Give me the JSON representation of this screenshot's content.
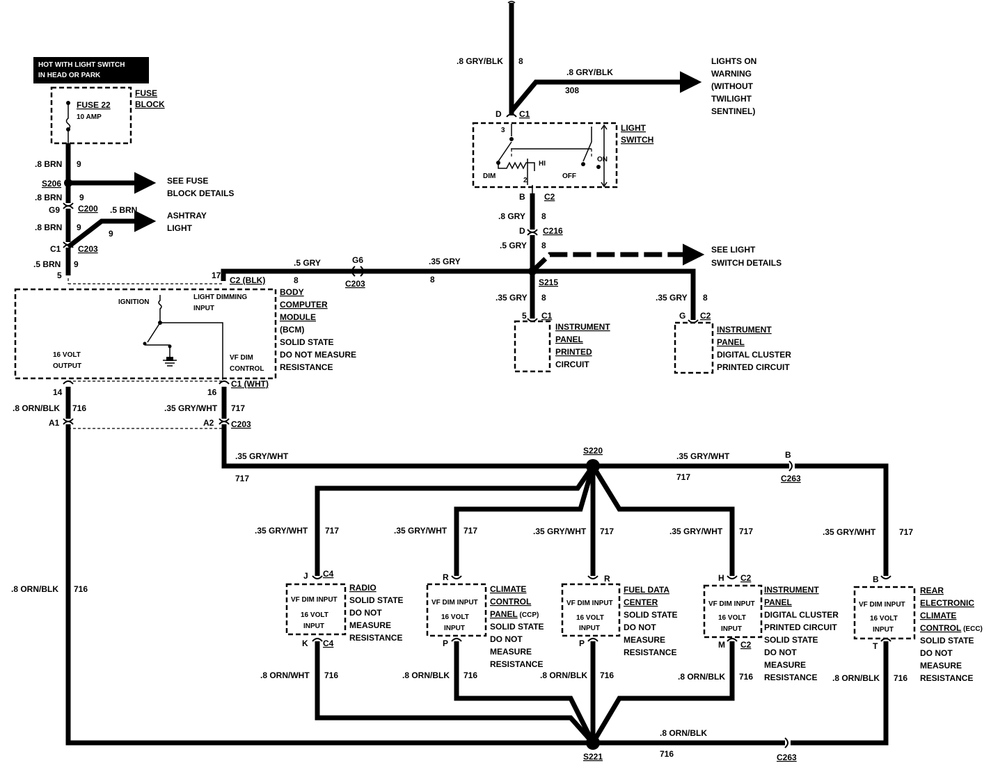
{
  "header_box": {
    "line1": "HOT WITH LIGHT SWITCH",
    "line2": "IN HEAD OR PARK"
  },
  "fuse_block": {
    "fuse": "FUSE 22",
    "amp": "10 AMP",
    "label1": "FUSE",
    "label2": "BLOCK"
  },
  "left_feed": {
    "w1_gauge": ".8 BRN",
    "w1_circuit": "9",
    "s206": "S206",
    "w2_gauge": ".8 BRN",
    "w2_circuit": "9",
    "g9": "G9",
    "c200": "C200",
    "w3_gauge": ".8 BRN",
    "w3_circuit": "9",
    "c1": "C1",
    "c203": "C203",
    "w4_gauge": ".5 BRN",
    "w4_circuit": "9",
    "pin5": "5",
    "see_fuse1": "SEE FUSE",
    "see_fuse2": "BLOCK DETAILS",
    "ash_gauge": ".5 BRN",
    "ash_circuit": "9",
    "ash1": "ASHTRAY",
    "ash2": "LIGHT"
  },
  "bcm": {
    "name": [
      "BODY",
      "COMPUTER",
      "MODULE",
      "(BCM)"
    ],
    "desc": [
      "SOLID STATE",
      "DO NOT MEASURE",
      "RESISTANCE"
    ],
    "ignition": "IGNITION",
    "dimming1": "LIGHT DIMMING",
    "dimming2": "INPUT",
    "output1": "16 VOLT",
    "output2": "OUTPUT",
    "vf1": "VF DIM",
    "vf2": "CONTROL",
    "pin17": "17",
    "c2blk": "C2 (BLK)",
    "pin14": "14",
    "pin16": "16",
    "c1wht": "C1 (WHT)"
  },
  "top_switch": {
    "gauge_top": ".8 GRY/BLK",
    "circuit_top": "8",
    "gauge_right": ".8 GRY/BLK",
    "circuit_308": "308",
    "lights_on": [
      "LIGHTS ON",
      "WARNING",
      "(WITHOUT",
      "TWILIGHT",
      "SENTINEL)"
    ],
    "pin_d": "D",
    "conn_c1": "C1",
    "pin_3": "3",
    "switch1": "LIGHT",
    "switch2": "SWITCH",
    "dim": "DIM",
    "hi": "HI",
    "off": "OFF",
    "on": "ON",
    "pin_2": "2",
    "pin_b": "B",
    "conn_c2": "C2",
    "g_below": ".8 GRY",
    "c_below": "8",
    "pin_d2": "D",
    "c216": "C216",
    "g_5gry": ".5 GRY",
    "c_5gry": "8",
    "s215": "S215",
    "see_ls1": "SEE LIGHT",
    "see_ls2": "SWITCH DETAILS"
  },
  "mid_bus": {
    "g_left": ".5 GRY",
    "c_left": "8",
    "g6": "G6",
    "c203": "C203",
    "g_mid": ".35 GRY",
    "c_mid": "8",
    "ip_gauge": ".35 GRY",
    "ip_circuit": "8",
    "ip_pin": "5",
    "ip_conn": "C1",
    "ip_name": [
      "INSTRUMENT",
      "PANEL",
      "PRINTED",
      "CIRCUIT"
    ],
    "dc_gauge": ".35 GRY",
    "dc_circuit": "8",
    "dc_pin": "G",
    "dc_conn": "C2",
    "dc_name": [
      "INSTRUMENT",
      "PANEL",
      "DIGITAL CLUSTER",
      "PRINTED CIRCUIT"
    ]
  },
  "c203_lower": {
    "g14": ".8 ORN/BLK",
    "c14": "716",
    "g16": ".35 GRY/WHT",
    "c16": "717",
    "a1": "A1",
    "a2": "A2",
    "conn": "C203",
    "bus_gauge": ".35 GRY/WHT",
    "bus_circuit": "717",
    "s220": "S220",
    "right_gauge": ".35 GRY/WHT",
    "right_circuit": "717",
    "c263_pin": "B",
    "c263": "C263",
    "left_long_gauge": ".8 ORN/BLK",
    "left_long_circuit": "716",
    "s221": "S221",
    "bot_gauge": ".8 ORN/BLK",
    "bot_circuit": "716",
    "c263b": "C263"
  },
  "modules": [
    {
      "id": "radio",
      "top_gauge": ".35 GRY/WHT",
      "top_circuit": "717",
      "pin_top": "J",
      "conn_top": "C4",
      "in1": "VF DIM INPUT",
      "in2": "16 VOLT",
      "in3": "INPUT",
      "pin_bot": "K",
      "conn_bot": "C4",
      "bot_gauge": ".8 ORN/WHT",
      "bot_circuit": "716",
      "name": [
        "RADIO"
      ],
      "desc": [
        "SOLID STATE",
        "DO NOT",
        "MEASURE",
        "RESISTANCE"
      ]
    },
    {
      "id": "ccp",
      "top_gauge": ".35 GRY/WHT",
      "top_circuit": "717",
      "pin_top": "R",
      "conn_top": "",
      "in1": "VF DIM INPUT",
      "in2": "16 VOLT",
      "in3": "INPUT",
      "pin_bot": "P",
      "conn_bot": "",
      "bot_gauge": ".8 ORN/BLK",
      "bot_circuit": "716",
      "name": [
        "CLIMATE",
        "CONTROL",
        "PANEL"
      ],
      "name_suffix": " (CCP)",
      "desc": [
        "SOLID STATE",
        "DO NOT",
        "MEASURE",
        "RESISTANCE"
      ]
    },
    {
      "id": "fdc",
      "top_gauge": ".35 GRY/WHT",
      "top_circuit": "717",
      "pin_top": "R",
      "conn_top": "",
      "in1": "VF DIM INPUT",
      "in2": "16 VOLT",
      "in3": "INPUT",
      "pin_bot": "P",
      "conn_bot": "",
      "bot_gauge": ".8 ORN/BLK",
      "bot_circuit": "716",
      "name": [
        "FUEL DATA",
        "CENTER"
      ],
      "desc": [
        "SOLID STATE",
        "DO NOT",
        "MEASURE",
        "RESISTANCE"
      ]
    },
    {
      "id": "ipdc",
      "top_gauge": ".35 GRY/WHT",
      "top_circuit": "717",
      "pin_top": "H",
      "conn_top": "C2",
      "in1": "VF DIM INPUT",
      "in2": "16 VOLT",
      "in3": "INPUT",
      "pin_bot": "M",
      "conn_bot": "C2",
      "bot_gauge": ".8 ORN/BLK",
      "bot_circuit": "716",
      "name": [
        "INSTRUMENT",
        "PANEL"
      ],
      "desc": [
        "DIGITAL CLUSTER",
        "PRINTED CIRCUIT",
        "SOLID STATE",
        "DO NOT",
        "MEASURE",
        "RESISTANCE"
      ]
    },
    {
      "id": "recc",
      "top_gauge": ".35 GRY/WHT",
      "top_circuit": "717",
      "pin_top": "B",
      "conn_top": "",
      "in1": "VF DIM INPUT",
      "in2": "16 VOLT",
      "in3": "INPUT",
      "pin_bot": "T",
      "conn_bot": "",
      "bot_gauge": ".8 ORN/BLK",
      "bot_circuit": "716",
      "name": [
        "REAR",
        "ELECTRONIC",
        "CLIMATE",
        "CONTROL"
      ],
      "name_suffix": " (ECC)",
      "desc": [
        "SOLID STATE",
        "DO NOT",
        "MEASURE",
        "RESISTANCE"
      ]
    }
  ]
}
